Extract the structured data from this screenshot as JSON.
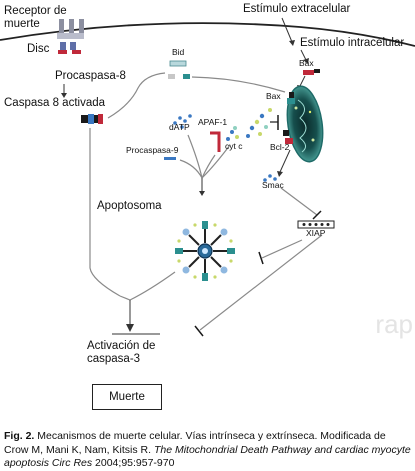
{
  "labels": {
    "receptor": [
      "Receptor de",
      "muerte"
    ],
    "disc": "Disc",
    "procaspasa8": "Procaspasa-8",
    "caspasa8": "Caspasa 8 activada",
    "bid": "Bid",
    "estimulo_extra": "Estímulo extracelular",
    "estimulo_intra": "Estímulo intracelular",
    "bax_top": "Bax",
    "bax_mito": "Bax",
    "bcl2": "Bcl-2",
    "smac": "Smac",
    "xiap": "XIAP",
    "datp": "dATP",
    "apaf1": "APAF-1",
    "procaspasa9": "Procaspasa-9",
    "cytc": "cyt c",
    "apoptosoma": "Apoptosoma",
    "activacion": [
      "Activación de",
      "caspasa-3"
    ],
    "muerte": "Muerte"
  },
  "watermark": "rap",
  "caption": {
    "fig": "Fig. 2.",
    "text": " Mecanismos de muerte celular. Vías intrínseca y extrínseca. Modificada de Crow M, Mani K, Nam, Kitsis R. ",
    "title_italic": "The Mitochondrial Death Pathway and cardiac myocyte apoptosis Circ Res",
    "ref": " 2004;95:957-970"
  },
  "colors": {
    "line": "#8a8a8a",
    "dark": "#1a1a1a",
    "teal": "#1f8a8a",
    "blue": "#3a78c2",
    "red": "#c0293a",
    "mito_fill": "#2a7f7c",
    "mito_inner": "#0d3030"
  }
}
